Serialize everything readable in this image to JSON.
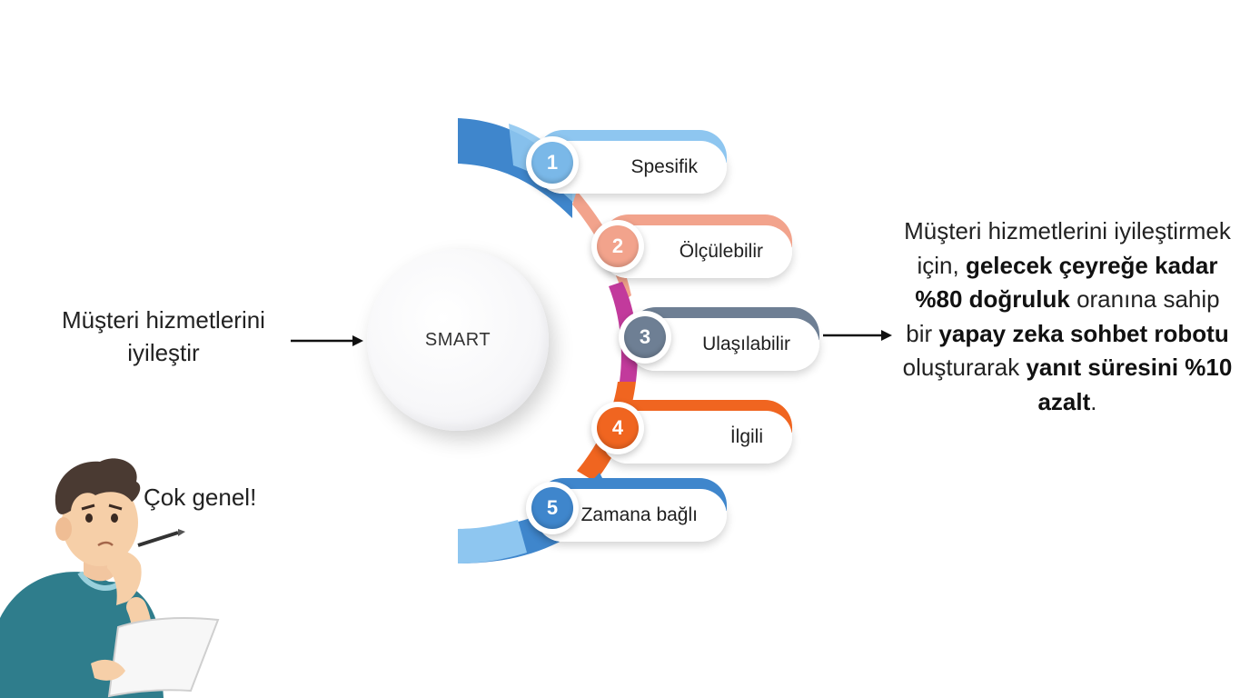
{
  "left_text": "Müşteri hizmetlerini iyileştir",
  "center_label": "SMART",
  "steps": [
    {
      "num": "1",
      "label": "Spesifik",
      "color": "#7ab8e8"
    },
    {
      "num": "2",
      "label": "Ölçülebilir",
      "color": "#f2a38c"
    },
    {
      "num": "3",
      "label": "Ulaşılabilir",
      "color": "#6e7f94"
    },
    {
      "num": "4",
      "label": "İlgili",
      "color": "#f06520"
    },
    {
      "num": "5",
      "label": "Zamana bağlı",
      "color": "#3f86cc"
    }
  ],
  "right_text": {
    "p1": "Müşteri hizmetlerini iyileştirmek için, ",
    "b1": "gelecek çeyreğe kadar %80 doğruluk",
    "p2": " oranına sahip bir ",
    "b2": "yapay zeka sohbet robotu",
    "p3": " oluşturarak ",
    "b3": "yanıt süresini %10 azalt",
    "p4": "."
  },
  "speech_bubble": "Çok genel!",
  "colors": {
    "arc_blue": "#3f86cc",
    "arc_light_blue": "#8ec6f0",
    "arc_salmon": "#f2a38c",
    "arc_magenta": "#c23a9c",
    "arc_orange": "#f06520",
    "person_shirt": "#2f7d8c",
    "person_hair": "#4a3a32"
  }
}
